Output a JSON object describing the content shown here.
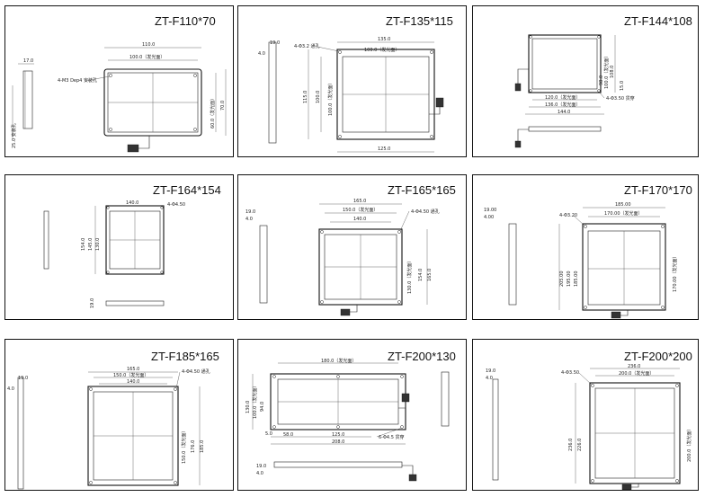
{
  "panels": [
    {
      "title": "ZT-F110*70",
      "dims": {
        "width": "110.0",
        "emit_w": "100.0（发光面）",
        "holes": "4-M3 Dep4 安装孔",
        "emit_h": "60.0（发光面）",
        "height": "70.0",
        "side_a": "17.0",
        "side_b": "25.0 安装孔"
      }
    },
    {
      "title": "ZT-F135*115",
      "dims": {
        "width": "135.0",
        "emit_w": "100.0（发光面）",
        "holes": "4-Φ3.2 通孔",
        "emit_h": "100.0（发光面）",
        "height": "115.0",
        "inner_h": "100.0",
        "bottom": "125.0",
        "side_a": "19.0",
        "side_b": "4.0"
      }
    },
    {
      "title": "ZT-F144*108",
      "dims": {
        "emit_w": "120.0（发光面）",
        "width": "136.0（发光面）",
        "overall": "144.0",
        "holes": "4-Φ3.50 贯穿",
        "h1": "108.0",
        "h2": "100.0（发光面）",
        "h3": "98.0",
        "side": "15.0"
      }
    },
    {
      "title": "ZT-F164*154",
      "dims": {
        "top": "140.0",
        "holes": "4-Φ4.50",
        "h1": "154.0",
        "h2": "145.0",
        "h3": "130.0",
        "side": "19.0"
      }
    },
    {
      "title": "ZT-F165*165",
      "dims": {
        "width": "165.0",
        "emit_w": "150.0（发光面）",
        "inner": "140.0",
        "holes": "4-Φ4.50 通孔",
        "emit_h": "130.0（发光面）",
        "h1": "154.0",
        "h2": "165.0",
        "side_a": "19.0",
        "side_b": "4.0"
      }
    },
    {
      "title": "ZT-F170*170",
      "dims": {
        "width": "185.00",
        "emit_w": "170.00（发光面）",
        "holes": "4-Φ3.20",
        "h1": "205.00",
        "h2": "195.00",
        "h3": "185.00",
        "emit_h": "170.00（发光面）",
        "side_a": "19.00",
        "side_b": "4.00"
      }
    },
    {
      "title": "ZT-F185*165",
      "dims": {
        "width": "165.0",
        "emit_w": "150.0（发光面）",
        "inner": "140.0",
        "holes": "4-Φ4.50 通孔",
        "emit_h": "150.0（发光面）",
        "h1": "176.0",
        "h2": "185.0",
        "side_a": "19.0",
        "side_b": "4.0"
      }
    },
    {
      "title": "ZT-F200*130",
      "dims": {
        "top": "180.0（发光面）",
        "h1": "130.0",
        "h2": "100.0（发光面）",
        "h3": "94.0",
        "holes": "6-Φ4.5 贯穿",
        "b1": "58.0",
        "b2": "125.0",
        "b3": "208.0",
        "b4": "5.0",
        "side_a": "19.0",
        "side_b": "4.0"
      }
    },
    {
      "title": "ZT-F200*200",
      "dims": {
        "width": "236.0",
        "emit_w": "200.0（发光面）",
        "holes": "4-Φ3.50",
        "h1": "236.0",
        "h2": "226.0",
        "emit_h": "200.0（发光面）",
        "side_a": "19.0",
        "side_b": "4.0"
      }
    }
  ]
}
